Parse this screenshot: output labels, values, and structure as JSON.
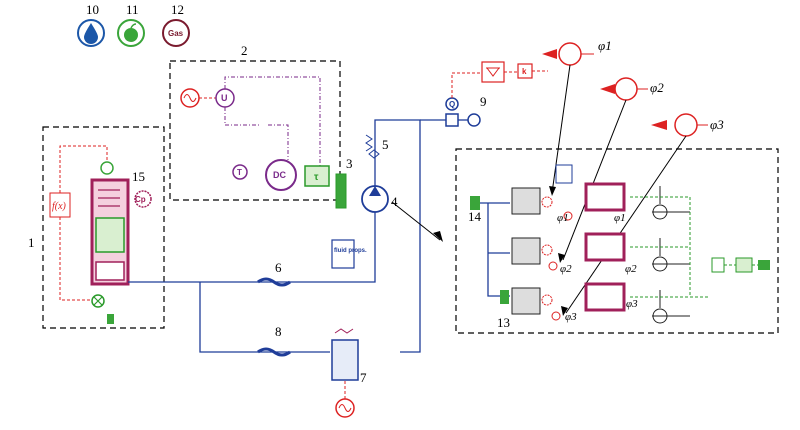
{
  "icons": {
    "water": {
      "number": "10",
      "color": "#1c57a8",
      "icon": "water-drop-icon"
    },
    "apple": {
      "number": "11",
      "color": "#3aa53a",
      "icon": "apple-icon"
    },
    "gas": {
      "number": "12",
      "color": "#7a1a2e",
      "text": "Gas"
    }
  },
  "labels": {
    "n1": "1",
    "n2": "2",
    "n3": "3",
    "n4": "4",
    "n5": "5",
    "n6": "6",
    "n7": "7",
    "n8": "8",
    "n9": "9",
    "n13": "13",
    "n14": "14",
    "n15": "15"
  },
  "blocks": {
    "fx": "f(x)",
    "dc": "DC",
    "u": "U",
    "t": "T",
    "tau": "τ",
    "cp": "Cp",
    "q": "Q",
    "k": "k",
    "fluid_props": "fluid props."
  },
  "phi": {
    "p1": "φ1",
    "p2": "φ2",
    "p3": "φ3"
  },
  "colors": {
    "hydraulic": "#1f3d99",
    "signal": "#d22222",
    "electric": "#7a2a8a",
    "mechanical": "#2a9a2a",
    "cylinder": "#a0205a"
  }
}
